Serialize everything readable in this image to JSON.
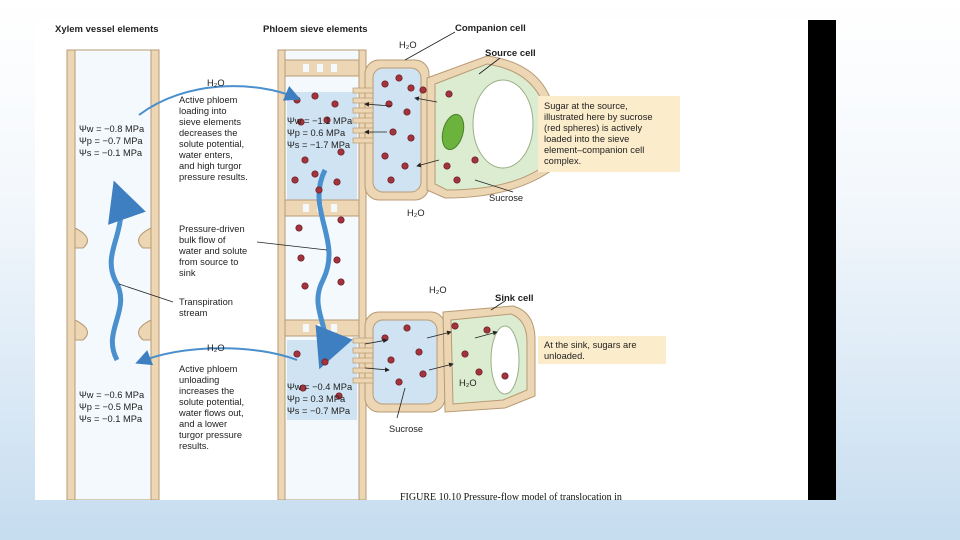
{
  "figure": {
    "headers": {
      "xylem": "Xylem vessel elements",
      "phloem": "Phloem sieve elements",
      "companion": "Companion cell",
      "source_cell": "Source cell",
      "sink_cell": "Sink cell"
    },
    "h2o": "H₂O",
    "psi_top_xylem": [
      "Ψw = −0.8 MPa",
      "Ψp = −0.7 MPa",
      "Ψs = −0.1 MPa"
    ],
    "psi_top_phloem": [
      "Ψw = −1.1 MPa",
      "Ψp = 0.6 MPa",
      "Ψs = −1.7 MPa"
    ],
    "psi_bottom_xylem": [
      "Ψw = −0.6 MPa",
      "Ψp = −0.5 MPa",
      "Ψs = −0.1 MPa"
    ],
    "psi_bottom_phloem": [
      "Ψw = −0.4 MPa",
      "Ψp = 0.3 MPa",
      "Ψs = −0.7 MPa"
    ],
    "loading_text": [
      "Active phloem",
      "loading into",
      "sieve elements",
      "decreases the",
      "solute potential,",
      "water enters,",
      "and high turgor",
      "pressure results."
    ],
    "pressure_text": [
      "Pressure-driven",
      "bulk flow of",
      "water and solute",
      "from source to",
      "sink"
    ],
    "transpiration_text": [
      "Transpiration",
      "stream"
    ],
    "unloading_text": [
      "Active phloem",
      "unloading",
      "increases the",
      "solute potential,",
      "water flows out,",
      "and a lower",
      "turgor pressure",
      "results."
    ],
    "sucrose": "Sucrose",
    "source_note": [
      "Sugar at the source,",
      "illustrated here by sucrose",
      "(red spheres) is actively",
      "loaded into the sieve",
      "element–companion cell",
      "complex."
    ],
    "sink_note": [
      "At the sink, sugars are",
      "unloaded."
    ],
    "caption": "FIGURE 10.10   Pressure-flow model of translocation in"
  },
  "colors": {
    "cell_wall": "#ecd6b3",
    "wall_edge": "#b89a74",
    "sap_blue": "#cfe3f3",
    "sucrose_red": "#a1343c",
    "chloroplast": "#6cb33e",
    "vacuole_green": "#dcecd0",
    "arrow_blue": "#4a8fce",
    "note_bg": "#fbeccb"
  }
}
